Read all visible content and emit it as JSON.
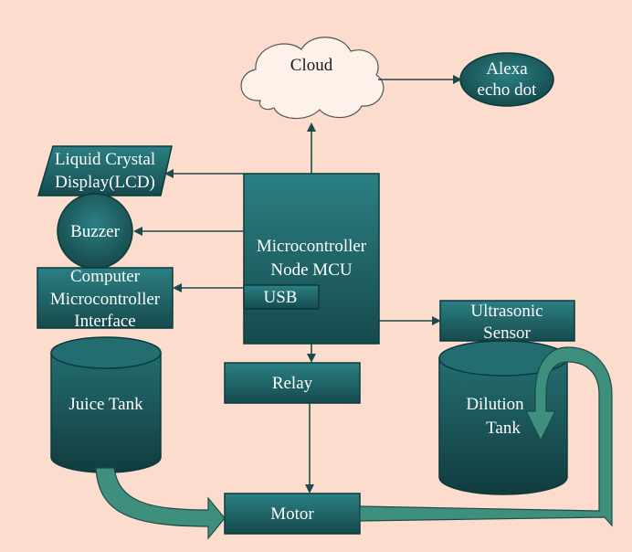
{
  "diagram": {
    "colors": {
      "background": "#fbdccd",
      "box_fill": "#1f6468",
      "box_border": "#0b3a3c",
      "arrow": "#1d4a4c",
      "pipe": "#3f8f7d",
      "cloud_fill": "#fdf1ea",
      "cloud_stroke": "#555555"
    },
    "nodes": {
      "cloud": {
        "label": "Cloud"
      },
      "alexa": {
        "line1": "Alexa",
        "line2": "echo dot"
      },
      "lcd": {
        "line1": "Liquid Crystal",
        "line2": "Display(LCD)"
      },
      "buzzer": {
        "label": "Buzzer"
      },
      "computer_interface": {
        "line1": "Computer",
        "line2": "Microcontroller",
        "line3": "Interface"
      },
      "mcu": {
        "line1": "Microcontroller",
        "line2": "Node MCU"
      },
      "usb": {
        "label": "USB"
      },
      "ultrasonic": {
        "line1": "Ultrasonic",
        "line2": "Sensor"
      },
      "juice_tank": {
        "label": "Juice Tank"
      },
      "relay": {
        "label": "Relay"
      },
      "dilution_tank": {
        "line1": "Dilution",
        "line2": "Tank"
      },
      "motor": {
        "label": "Motor"
      }
    }
  }
}
